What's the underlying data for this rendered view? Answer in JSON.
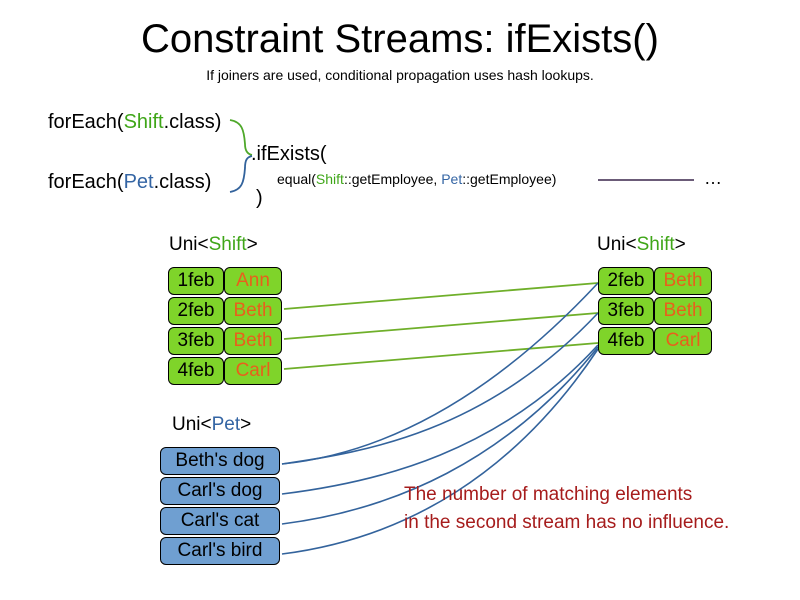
{
  "slide": {
    "title": "Constraint Streams: ifExists()",
    "subtitle": "If joiners are used, conditional propagation uses hash lookups."
  },
  "code": {
    "foreach_shift_prefix": "forEach(",
    "foreach_shift_class": "Shift",
    "foreach_shift_suffix": ".class)",
    "foreach_pet_prefix": "forEach(",
    "foreach_pet_class": "Pet",
    "foreach_pet_suffix": ".class)",
    "if_exists": ".ifExists(",
    "equal_prefix": "equal(",
    "equal_shift_class": "Shift",
    "equal_shift_method": "::getEmployee, ",
    "equal_pet_class": "Pet",
    "equal_pet_method": "::getEmployee)",
    "ellipsis": "…",
    "close_paren": ")"
  },
  "streams": {
    "shift_left": {
      "header_prefix": "Uni<",
      "header_type": "Shift",
      "header_suffix": ">",
      "rows": [
        {
          "date": "1feb",
          "name": "Ann"
        },
        {
          "date": "2feb",
          "name": "Beth"
        },
        {
          "date": "3feb",
          "name": "Beth"
        },
        {
          "date": "4feb",
          "name": "Carl"
        }
      ]
    },
    "shift_right": {
      "header_prefix": "Uni<",
      "header_type": "Shift",
      "header_suffix": ">",
      "rows": [
        {
          "date": "2feb",
          "name": "Beth"
        },
        {
          "date": "3feb",
          "name": "Beth"
        },
        {
          "date": "4feb",
          "name": "Carl"
        }
      ]
    },
    "pet": {
      "header_prefix": "Uni<",
      "header_type": "Pet",
      "header_suffix": ">",
      "rows": [
        {
          "label": "Beth's dog"
        },
        {
          "label": "Carl's dog"
        },
        {
          "label": "Carl's cat"
        },
        {
          "label": "Carl's bird"
        }
      ]
    }
  },
  "annotation": {
    "line1": "The number of matching elements",
    "line2": "in the second stream has no influence."
  },
  "colors": {
    "shift_green": "#3FA618",
    "pet_blue": "#3465A4",
    "box_green_fill": "#7FD42A",
    "box_blue_fill": "#6F9FD1",
    "name_orange": "#E8601C",
    "annotation_red": "#A61C1C",
    "connector_green": "#6FAF2A",
    "connector_blue": "#33639C",
    "equal_tail": "#6B5B78"
  }
}
